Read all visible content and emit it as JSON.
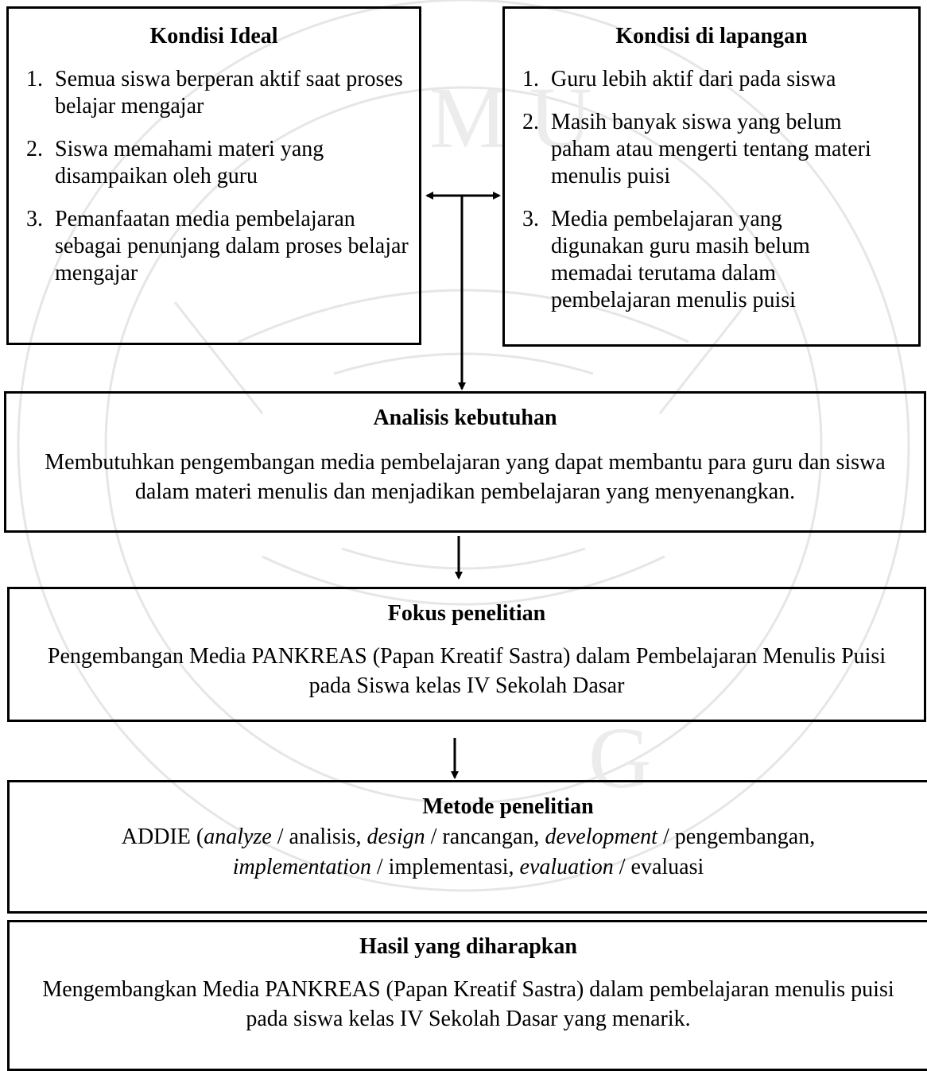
{
  "ideal": {
    "title": "Kondisi Ideal",
    "items": [
      {
        "num": "1.",
        "text": "Semua siswa berperan aktif saat proses belajar mengajar"
      },
      {
        "num": "2.",
        "text": "Siswa memahami materi yang disampaikan oleh guru"
      },
      {
        "num": "3.",
        "text": "Pemanfaatan media pembelajaran sebagai penunjang dalam proses belajar mengajar"
      }
    ]
  },
  "field": {
    "title": "Kondisi di lapangan",
    "items": [
      {
        "num": "1.",
        "text": "Guru lebih aktif dari pada siswa"
      },
      {
        "num": "2.",
        "text": "Masih banyak siswa yang belum paham atau mengerti tentang materi menulis puisi"
      },
      {
        "num": "3.",
        "text": "Media pembelajaran yang digunakan guru masih belum memadai terutama dalam pembelajaran menulis puisi"
      }
    ]
  },
  "analysis": {
    "title": "Analisis kebutuhan",
    "text": "Membutuhkan pengembangan media pembelajaran yang dapat membantu para guru dan siswa dalam materi menulis dan menjadikan pembelajaran yang menyenangkan."
  },
  "focus": {
    "title": "Fokus penelitian",
    "text": "Pengembangan Media PANKREAS (Papan Kreatif Sastra) dalam Pembelajaran Menulis Puisi pada Siswa kelas IV Sekolah Dasar"
  },
  "method": {
    "title": "Metode penelitian",
    "prefix": "ADDIE (",
    "t1": "analyze",
    "s1": " / analisis, ",
    "t2": "design",
    "s2": " / rancangan, ",
    "t3": "development",
    "s3": " / pengembangan,",
    "t4": "implementation",
    "s4": " / implementasi, ",
    "t5": "evaluation",
    "s5": " / evaluasi"
  },
  "result": {
    "title": "Hasil yang diharapkan",
    "text": "Mengembangkan Media PANKREAS (Papan Kreatif Sastra) dalam pembelajaran menulis puisi pada siswa kelas IV Sekolah Dasar yang menarik."
  }
}
